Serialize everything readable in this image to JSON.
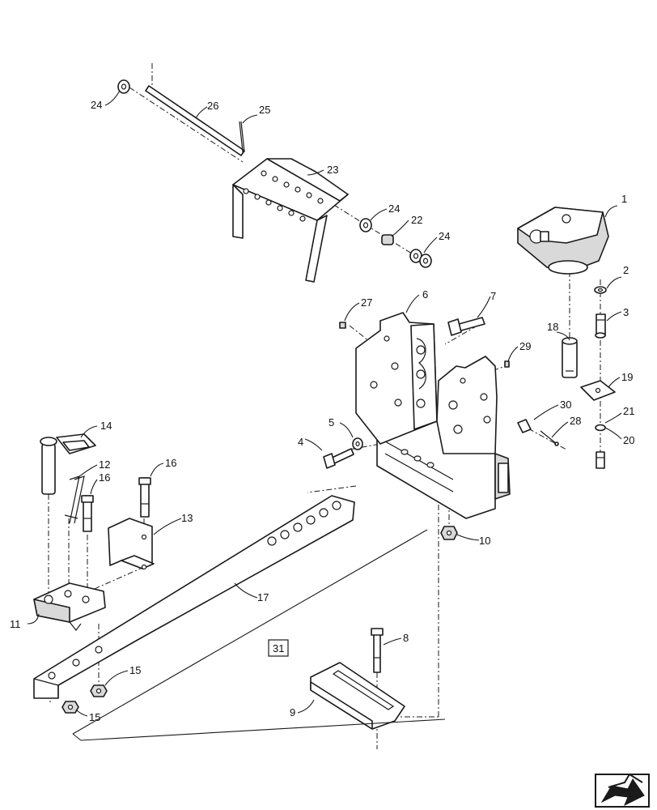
{
  "callouts": {
    "c1": "1",
    "c2": "2",
    "c3": "3",
    "c4": "4",
    "c5": "5",
    "c6": "6",
    "c7": "7",
    "c8": "8",
    "c9": "9",
    "c10": "10",
    "c11": "11",
    "c12": "12",
    "c13": "13",
    "c14": "14",
    "c15a": "15",
    "c15b": "15",
    "c16a": "16",
    "c16b": "16",
    "c17": "17",
    "c18": "18",
    "c19": "19",
    "c20": "20",
    "c21": "21",
    "c22": "22",
    "c23": "23",
    "c24a": "24",
    "c24b": "24",
    "c24c": "24",
    "c25": "25",
    "c26": "26",
    "c27": "27",
    "c28": "28",
    "c29": "29",
    "c30": "30",
    "c31": "31"
  },
  "nav_icon": "page-turn-arrow-icon"
}
